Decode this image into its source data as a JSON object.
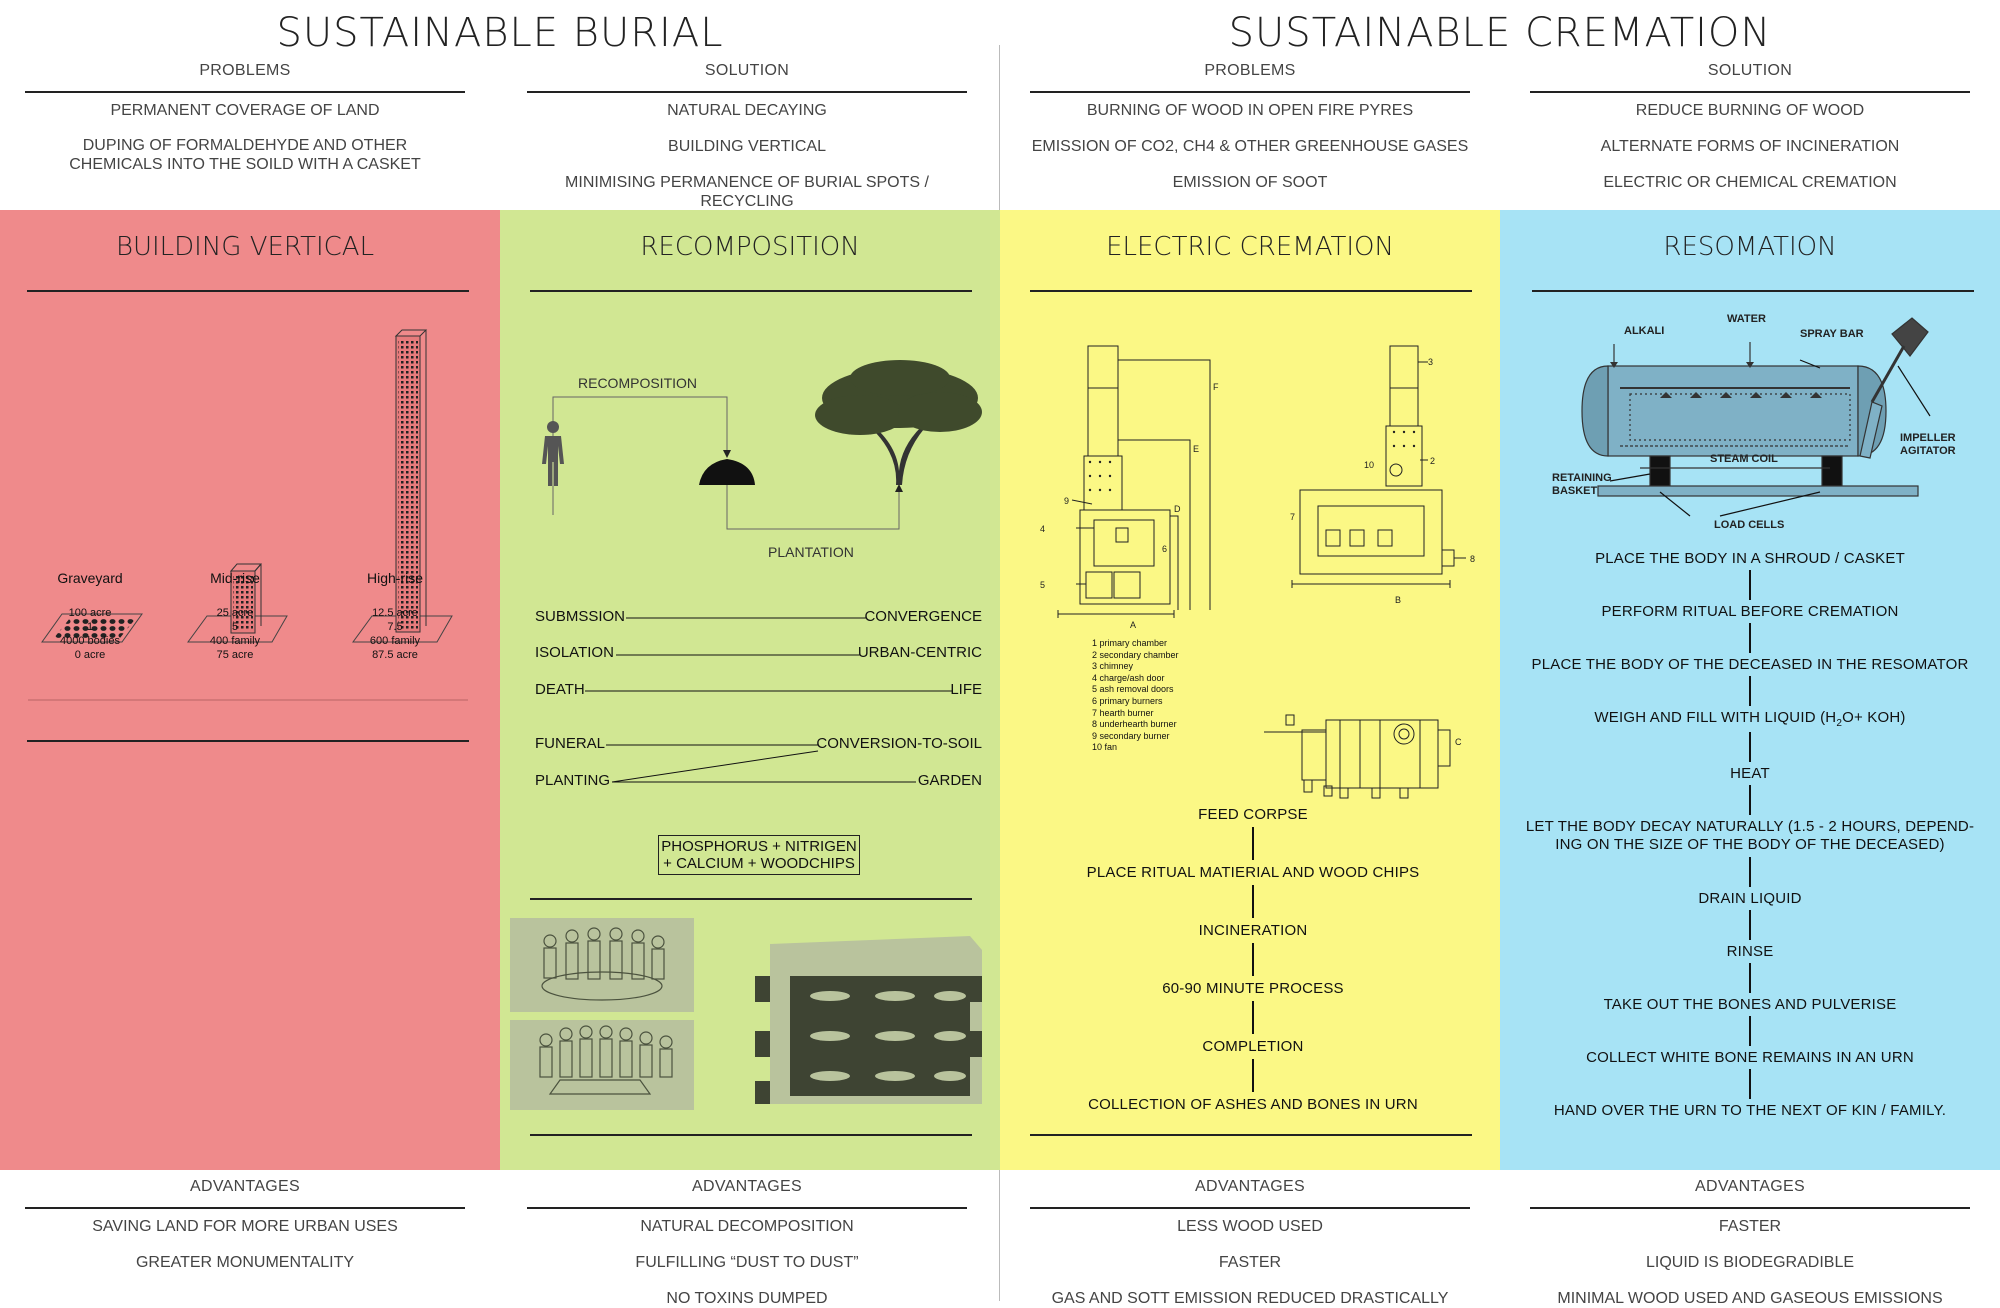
{
  "header": {
    "burial_title": "SUSTAINABLE BURIAL",
    "cremation_title": "SUSTAINABLE CREMATION"
  },
  "top": [
    {
      "heading": "PROBLEMS",
      "items": [
        "PERMANENT COVERAGE OF LAND",
        "DUPING OF FORMALDEHYDE AND OTHER\nCHEMICALS INTO THE SOILD WITH A CASKET"
      ]
    },
    {
      "heading": "SOLUTION",
      "items": [
        "NATURAL DECAYING",
        "BUILDING VERTICAL",
        "MINIMISING PERMANENCE OF BURIAL SPOTS / RECYCLING"
      ]
    },
    {
      "heading": "PROBLEMS",
      "items": [
        "BURNING OF WOOD IN OPEN FIRE PYRES",
        "EMISSION OF CO2, CH4 & OTHER GREENHOUSE GASES",
        "EMISSION OF SOOT"
      ]
    },
    {
      "heading": "SOLUTION",
      "items": [
        "REDUCE BURNING OF WOOD",
        "ALTERNATE FORMS OF INCINERATION",
        "ELECTRIC OR CHEMICAL CREMATION"
      ]
    }
  ],
  "panels": {
    "building_vertical": {
      "title": "BUILDING VERTICAL",
      "color": "#ef8a8b",
      "columns": [
        {
          "name": "Graveyard",
          "stats": [
            "100 acre",
            "1",
            "4000 bodies",
            "0 acre"
          ]
        },
        {
          "name": "Mid-rise",
          "stats": [
            "25 acre",
            "5",
            "400 family",
            "75 acre"
          ]
        },
        {
          "name": "High-rise",
          "stats": [
            "12.5 acre",
            "7.5",
            "600 family",
            "87.5 acre"
          ]
        }
      ]
    },
    "recomposition": {
      "title": "RECOMPOSITION",
      "color": "#d1e793",
      "diagram_top": "RECOMPOSITION",
      "diagram_bottom": "PLANTATION",
      "pairs": [
        {
          "left": "SUBMSSION",
          "right": "CONVERGENCE"
        },
        {
          "left": "ISOLATION",
          "right": "URBAN-CENTRIC"
        },
        {
          "left": "DEATH",
          "right": "LIFE"
        },
        {
          "left": "FUNERAL",
          "right": "CONVERSION-TO-SOIL"
        },
        {
          "left": "PLANTING",
          "right": "GARDEN"
        }
      ],
      "box": [
        "PHOSPHORUS + NITRIGEN",
        "+ CALCIUM + WOODCHIPS"
      ]
    },
    "electric": {
      "title": "ELECTRIC CREMATION",
      "color": "#fbf885",
      "legend": [
        "1   primary chamber",
        "2   secondary chamber",
        "3   chimney",
        "4   charge/ash door",
        "5   ash removal doors",
        "6   primary burners",
        "7   hearth burner",
        "8   underhearth burner",
        "9   secondary burner",
        "10 fan"
      ],
      "drawing_labels": {
        "a": "A",
        "b": "B",
        "c": "C",
        "d": "D",
        "e": "E",
        "f": "F"
      },
      "steps": [
        "FEED CORPSE",
        "PLACE RITUAL MATIERIAL AND WOOD CHIPS",
        "INCINERATION",
        "60-90 MINUTE PROCESS",
        "COMPLETION",
        "COLLECTION OF ASHES AND BONES IN URN"
      ]
    },
    "resomation": {
      "title": "RESOMATION",
      "color": "#a7e3f5",
      "labels": {
        "alkali": "ALKALI",
        "water": "WATER",
        "spray": "SPRAY BAR",
        "impeller": "IMPELLER\nAGITATOR",
        "steam": "STEAM COIL",
        "retaining": "RETAINING\nBASKET",
        "load": "LOAD CELLS"
      },
      "steps": [
        "PLACE THE BODY IN A SHROUD / CASKET",
        "PERFORM RITUAL BEFORE CREMATION",
        "PLACE THE BODY OF THE DECEASED IN THE RESOMATOR",
        "WEIGH AND FILL WITH LIQUID (H",
        "HEAT",
        "LET THE BODY DECAY NATURALLY (1.5 - 2 HOURS, DEPEND-\nING ON THE SIZE OF THE BODY OF THE DECEASED)",
        "DRAIN LIQUID",
        "RINSE",
        "TAKE OUT THE BONES AND PULVERISE",
        "COLLECT WHITE BONE REMAINS IN AN URN",
        "HAND OVER THE URN TO THE NEXT OF KIN / FAMILY."
      ],
      "formula_sub": "2",
      "formula_rest": "O+ KOH)"
    }
  },
  "bottom": [
    {
      "heading": "ADVANTAGES",
      "items": [
        "SAVING LAND FOR MORE URBAN USES",
        "GREATER MONUMENTALITY"
      ]
    },
    {
      "heading": "ADVANTAGES",
      "items": [
        "NATURAL DECOMPOSITION",
        "FULFILLING “DUST TO DUST”",
        "NO TOXINS DUMPED"
      ]
    },
    {
      "heading": "ADVANTAGES",
      "items": [
        "LESS WOOD USED",
        "FASTER",
        "GAS AND SOTT EMISSION REDUCED DRASTICALLY"
      ]
    },
    {
      "heading": "ADVANTAGES",
      "items": [
        "FASTER",
        "LIQUID IS BIODEGRADIBLE",
        "MINIMAL WOOD USED AND GASEOUS EMISSIONS"
      ]
    }
  ]
}
